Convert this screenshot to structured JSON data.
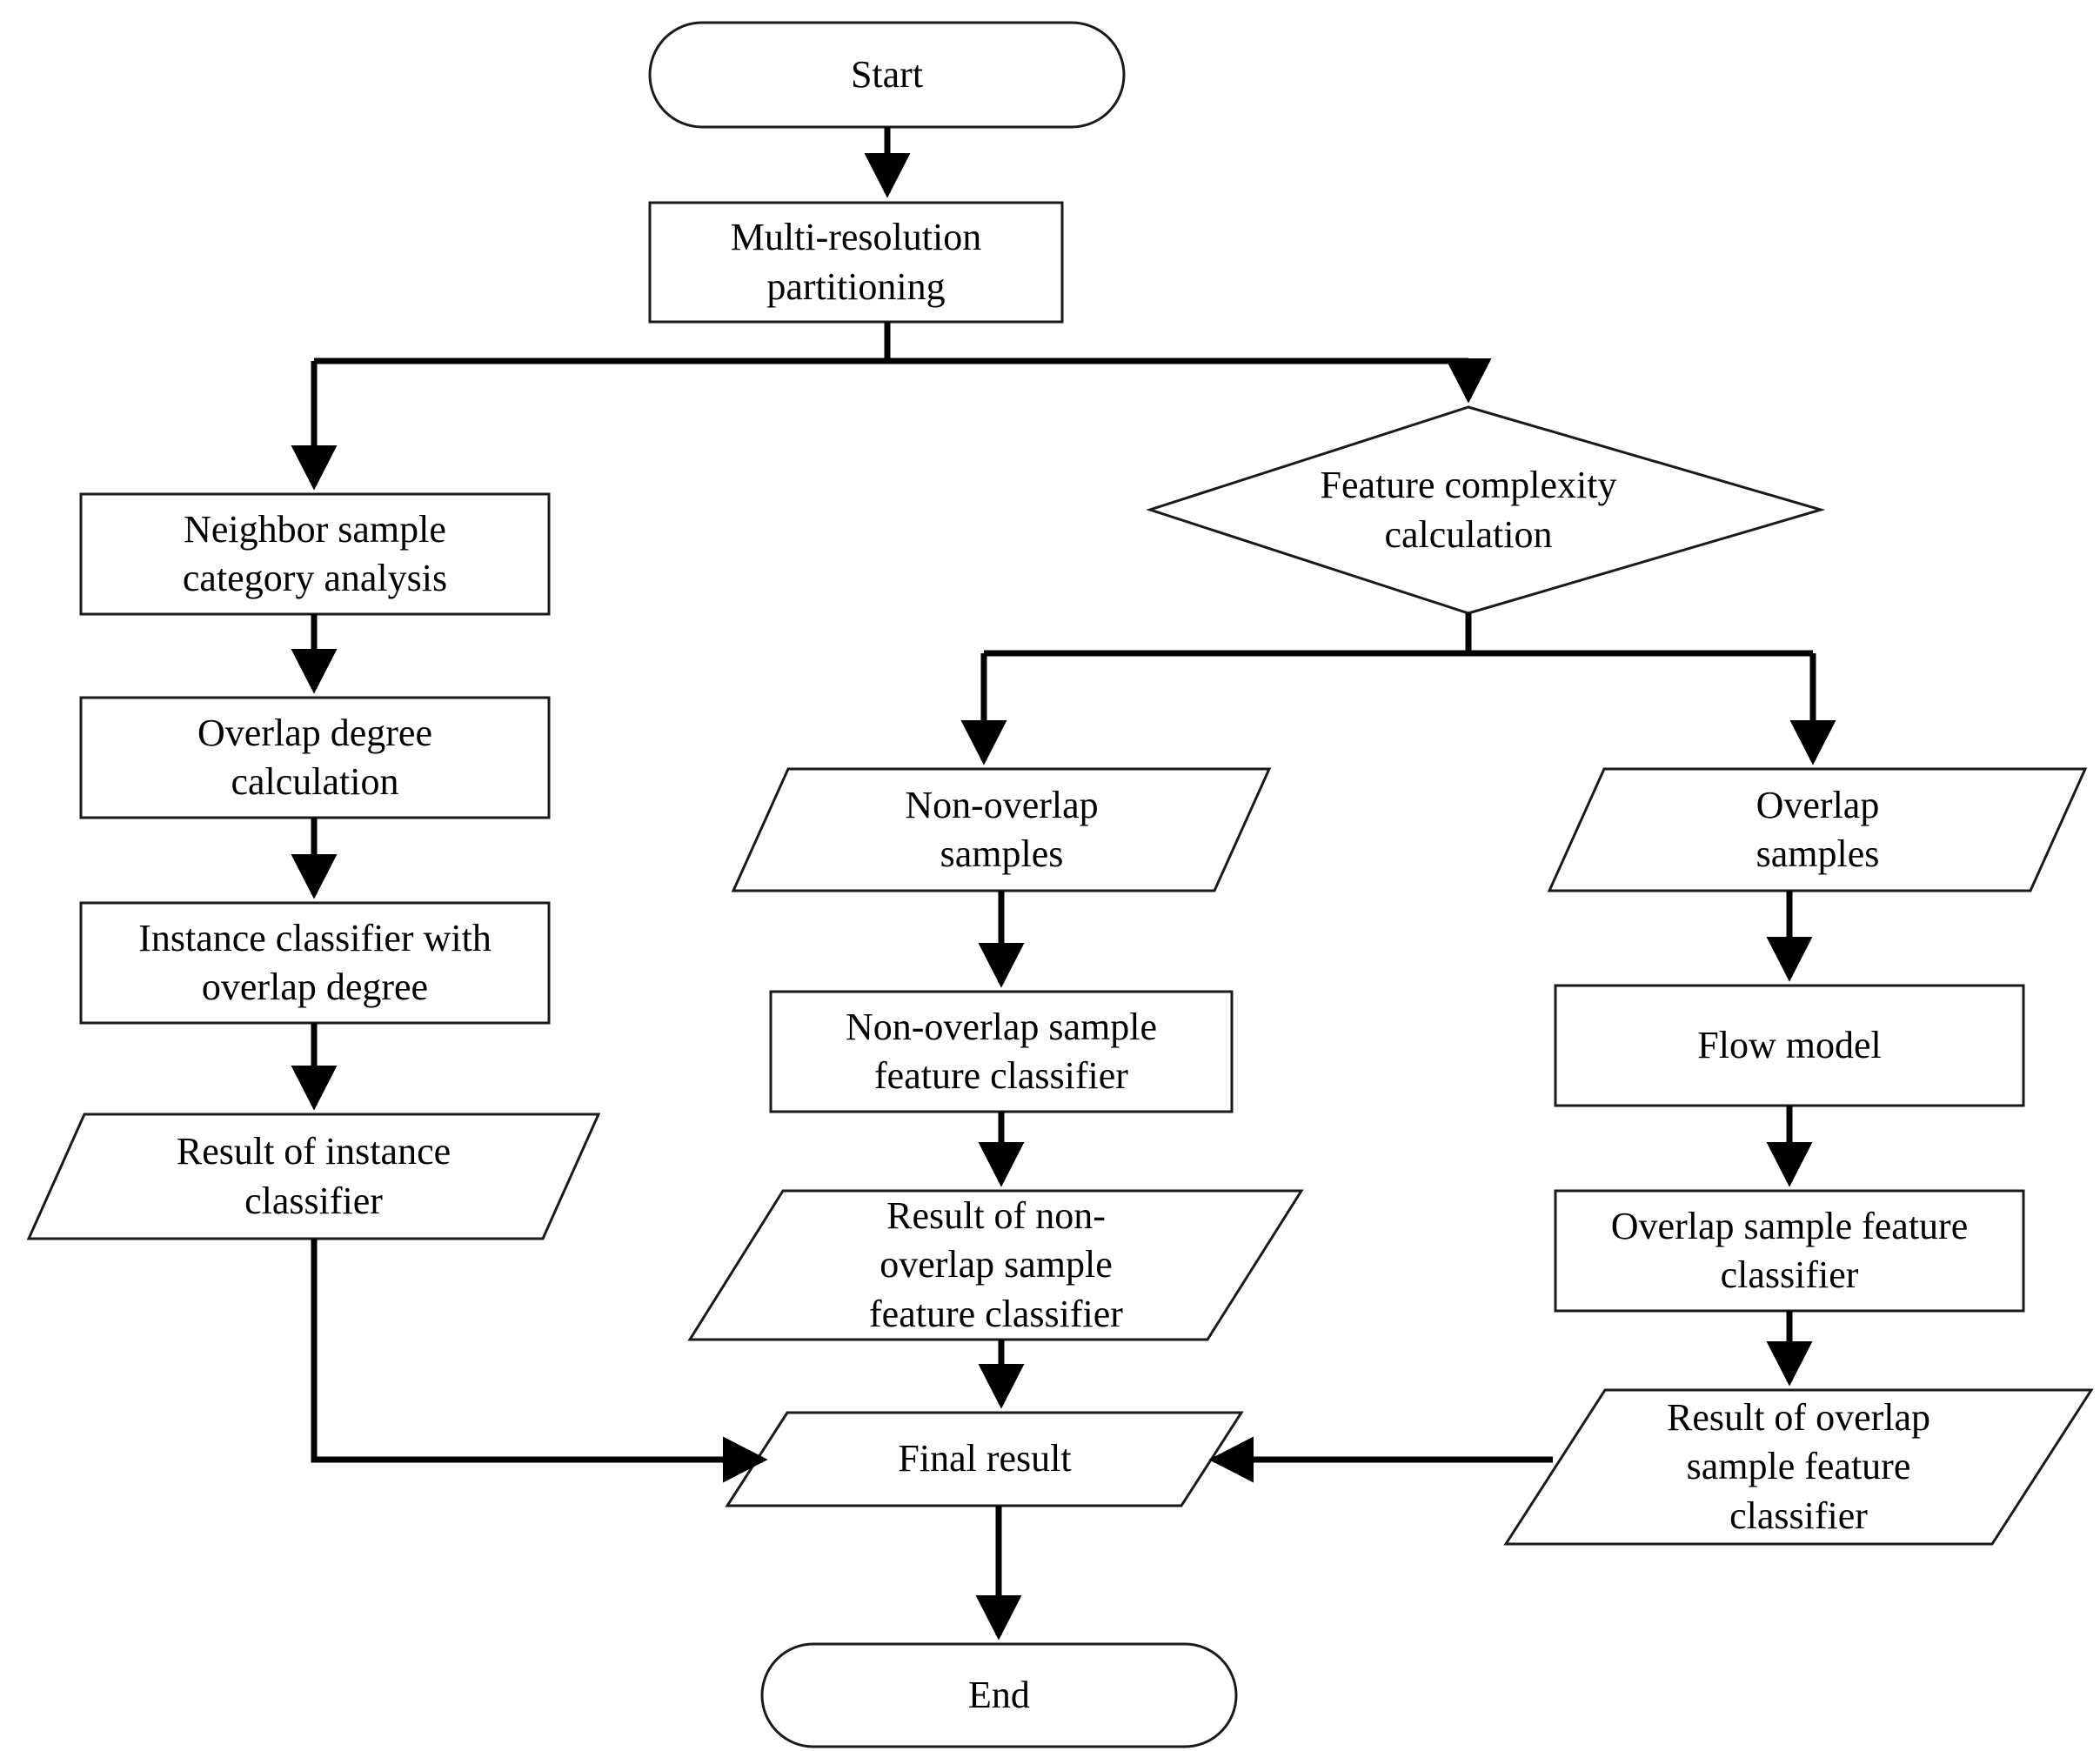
{
  "diagram": {
    "title": "Classification workflow flowchart",
    "background_color": "#ffffff",
    "line_color": "#000000",
    "shape_fill": "#ffffff",
    "shape_stroke": "#1a1a1a"
  },
  "nodes": {
    "start": {
      "label": "Start",
      "shape": "terminator"
    },
    "multi_resolution_partitioning": {
      "label": "Multi-resolution\npartitioning",
      "shape": "process"
    },
    "neighbor_sample_category_analysis": {
      "label": "Neighbor sample\ncategory analysis",
      "shape": "process"
    },
    "overlap_degree_calculation": {
      "label": "Overlap degree\ncalculation",
      "shape": "process"
    },
    "instance_classifier_with_overlap_degree": {
      "label": "Instance classifier with\noverlap degree",
      "shape": "process"
    },
    "result_of_instance_classifier": {
      "label": "Result of instance\nclassifier",
      "shape": "data"
    },
    "feature_complexity_calculation": {
      "label": "Feature complexity\ncalculation",
      "shape": "decision"
    },
    "non_overlap_samples": {
      "label": "Non-overlap\nsamples",
      "shape": "data"
    },
    "non_overlap_sample_feature_classifier": {
      "label": "Non-overlap sample\nfeature classifier",
      "shape": "process"
    },
    "result_of_non_overlap_sample_feature_classifier": {
      "label": "Result of non-\noverlap sample\nfeature classifier",
      "shape": "data"
    },
    "overlap_samples": {
      "label": "Overlap\nsamples",
      "shape": "data"
    },
    "flow_model": {
      "label": "Flow model",
      "shape": "process"
    },
    "overlap_sample_feature_classifier": {
      "label": "Overlap sample feature\nclassifier",
      "shape": "process"
    },
    "result_of_overlap_sample_feature_classifier": {
      "label": "Result of overlap\nsample feature\nclassifier",
      "shape": "data"
    },
    "final_result": {
      "label": "Final result",
      "shape": "data"
    },
    "end": {
      "label": "End",
      "shape": "terminator"
    }
  },
  "edges": [
    {
      "from": "start",
      "to": "multi_resolution_partitioning"
    },
    {
      "from": "multi_resolution_partitioning",
      "to": "neighbor_sample_category_analysis"
    },
    {
      "from": "multi_resolution_partitioning",
      "to": "feature_complexity_calculation"
    },
    {
      "from": "neighbor_sample_category_analysis",
      "to": "overlap_degree_calculation"
    },
    {
      "from": "overlap_degree_calculation",
      "to": "instance_classifier_with_overlap_degree"
    },
    {
      "from": "instance_classifier_with_overlap_degree",
      "to": "result_of_instance_classifier"
    },
    {
      "from": "result_of_instance_classifier",
      "to": "final_result"
    },
    {
      "from": "feature_complexity_calculation",
      "to": "non_overlap_samples"
    },
    {
      "from": "feature_complexity_calculation",
      "to": "overlap_samples"
    },
    {
      "from": "non_overlap_samples",
      "to": "non_overlap_sample_feature_classifier"
    },
    {
      "from": "non_overlap_sample_feature_classifier",
      "to": "result_of_non_overlap_sample_feature_classifier"
    },
    {
      "from": "result_of_non_overlap_sample_feature_classifier",
      "to": "final_result"
    },
    {
      "from": "overlap_samples",
      "to": "flow_model"
    },
    {
      "from": "flow_model",
      "to": "overlap_sample_feature_classifier"
    },
    {
      "from": "overlap_sample_feature_classifier",
      "to": "result_of_overlap_sample_feature_classifier"
    },
    {
      "from": "result_of_overlap_sample_feature_classifier",
      "to": "final_result"
    },
    {
      "from": "final_result",
      "to": "end"
    }
  ]
}
